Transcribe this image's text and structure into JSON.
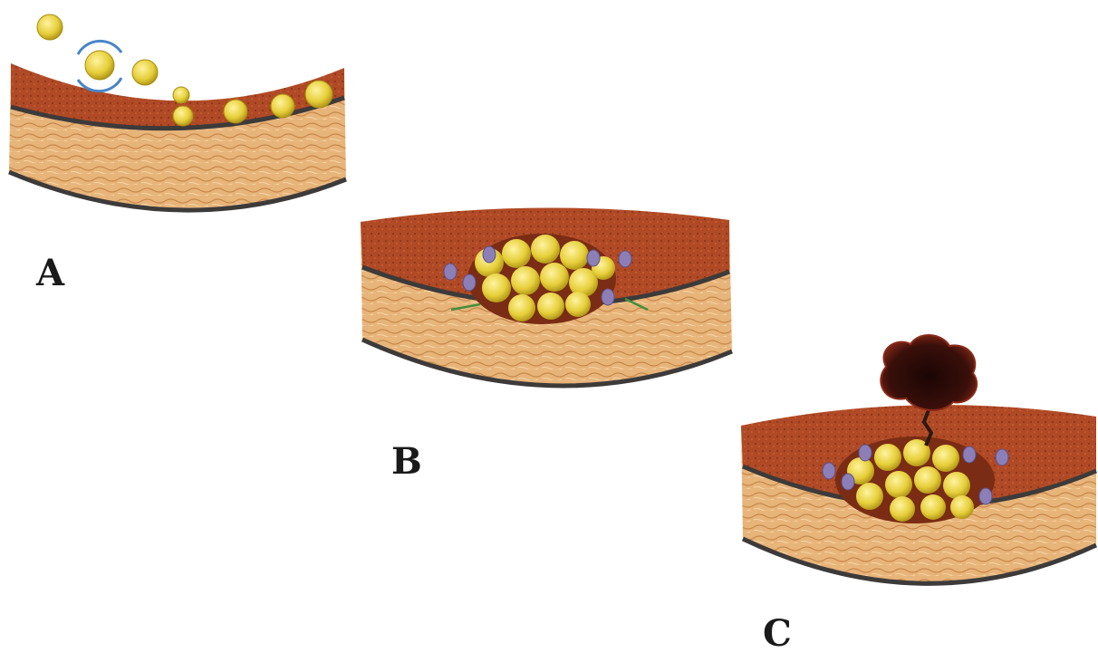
{
  "panels": [
    {
      "label": "A"
    },
    {
      "label": "B"
    },
    {
      "label": "C"
    }
  ],
  "colors": {
    "intima": "#b04a26",
    "intima_dark": "#7a2c14",
    "media": "#e7b47a",
    "media_light": "#f2cf9a",
    "media_fiber": "#c9884a",
    "elastic_lamina": "#3d3a3a",
    "foam_cell": "#e6cf3a",
    "foam_cell_edge": "#a88d12",
    "macrophage": "#8c7fb8",
    "thrombus": "#3a0f0a",
    "thrombus_edge": "#8a2a18",
    "collagen": "#3f8f3a"
  }
}
